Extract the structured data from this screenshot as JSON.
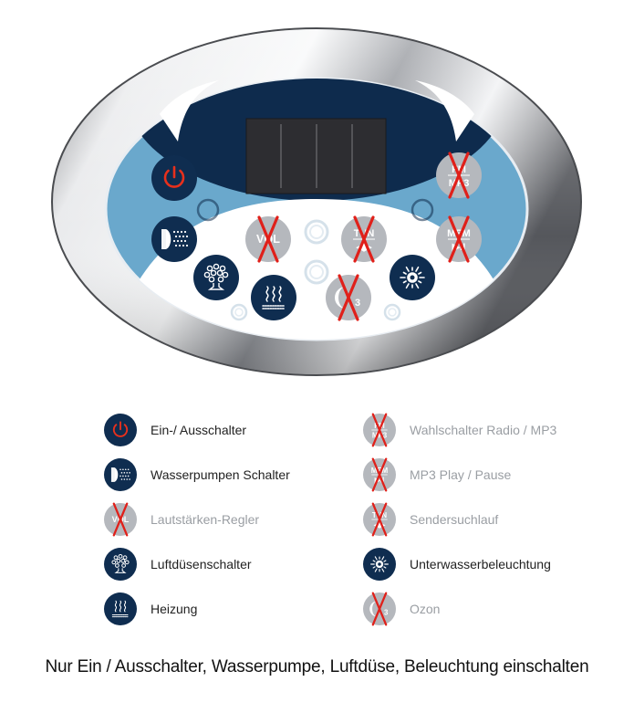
{
  "panel": {
    "colors": {
      "frame_light": "#f2f3f5",
      "frame_dark": "#6b6d72",
      "face_blue": "#6aa8cc",
      "display_navy": "#0e2b4d",
      "screen": "#2d2d31",
      "button_navy": "#0f2d50",
      "button_disabled": "#b5b8bd",
      "power_red": "#e8301c",
      "cross_red": "#e0201a"
    },
    "buttons": [
      {
        "name": "power-button",
        "icon": "power-icon",
        "enabled": true
      },
      {
        "name": "water-pump-button",
        "icon": "water-pump-icon",
        "enabled": true
      },
      {
        "name": "radio-mp3-selector-button",
        "icon": "fm-mp3-icon",
        "enabled": false,
        "text_top": "FM",
        "text_bottom": "MP3"
      },
      {
        "name": "mp3-play-pause-button",
        "icon": "mem-play-icon",
        "enabled": false,
        "text_top": "MEM",
        "text_bottom": "▶II"
      },
      {
        "name": "volume-button",
        "icon": "volume-icon",
        "enabled": false,
        "text": "VOL"
      },
      {
        "name": "station-search-button",
        "icon": "tune-icon",
        "enabled": false,
        "text_top": "TUN",
        "text_bottom": "◀▶"
      },
      {
        "name": "air-jet-button",
        "icon": "air-jet-icon",
        "enabled": true
      },
      {
        "name": "heater-button",
        "icon": "heater-icon",
        "enabled": true
      },
      {
        "name": "ozone-button",
        "icon": "ozone-icon",
        "enabled": false,
        "text": "O3"
      },
      {
        "name": "underwater-light-button",
        "icon": "light-icon",
        "enabled": true
      }
    ]
  },
  "legend": [
    {
      "label": "Ein-/ Ausschalter",
      "icon": "power-icon",
      "enabled": true
    },
    {
      "label": "Wasserpumpen Schalter",
      "icon": "water-pump-icon",
      "enabled": true
    },
    {
      "label": "Lautstärken-Regler",
      "icon": "volume-icon",
      "enabled": false
    },
    {
      "label": "Luftdüsenschalter",
      "icon": "air-jet-icon",
      "enabled": true
    },
    {
      "label": "Heizung",
      "icon": "heater-icon",
      "enabled": true
    },
    {
      "label": "Wahlschalter Radio / MP3",
      "icon": "fm-mp3-icon",
      "enabled": false
    },
    {
      "label": "MP3 Play / Pause",
      "icon": "mem-play-icon",
      "enabled": false
    },
    {
      "label": "Sendersuchlauf",
      "icon": "tune-icon",
      "enabled": false
    },
    {
      "label": "Unterwasserbeleuchtung",
      "icon": "light-icon",
      "enabled": true
    },
    {
      "label": "Ozon",
      "icon": "ozone-icon",
      "enabled": false
    }
  ],
  "footer": {
    "note": "Nur Ein / Ausschalter, Wasserpumpe, Luftdüse, Beleuchtung einschalten"
  }
}
